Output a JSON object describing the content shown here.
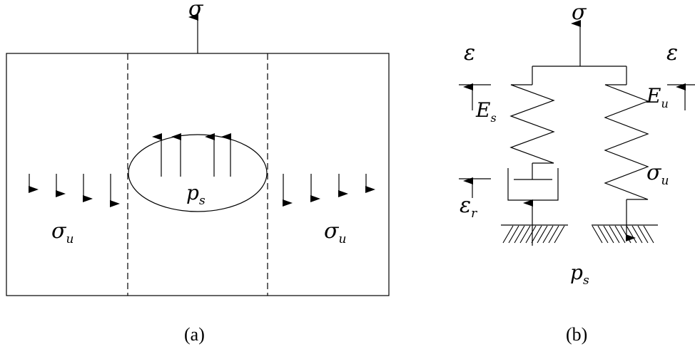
{
  "panel_a": {
    "caption": "(a)",
    "sigma_top": {
      "base": "σ",
      "sub": ""
    },
    "sigma_u_left": {
      "base": "σ",
      "sub": "u"
    },
    "sigma_u_right": {
      "base": "σ",
      "sub": "u"
    },
    "p_s": {
      "base": "p",
      "sub": "s"
    }
  },
  "panel_b": {
    "caption": "(b)",
    "sigma_top": {
      "base": "σ",
      "sub": ""
    },
    "epsilon_left": {
      "base": "ε",
      "sub": ""
    },
    "epsilon_right": {
      "base": "ε",
      "sub": ""
    },
    "E_s": {
      "base": "E",
      "sub": "s"
    },
    "E_u": {
      "base": "E",
      "sub": "u"
    },
    "epsilon_r": {
      "base": "ε",
      "sub": "r"
    },
    "sigma_u": {
      "base": "σ",
      "sub": "u"
    },
    "p_s": {
      "base": "p",
      "sub": "s"
    }
  }
}
